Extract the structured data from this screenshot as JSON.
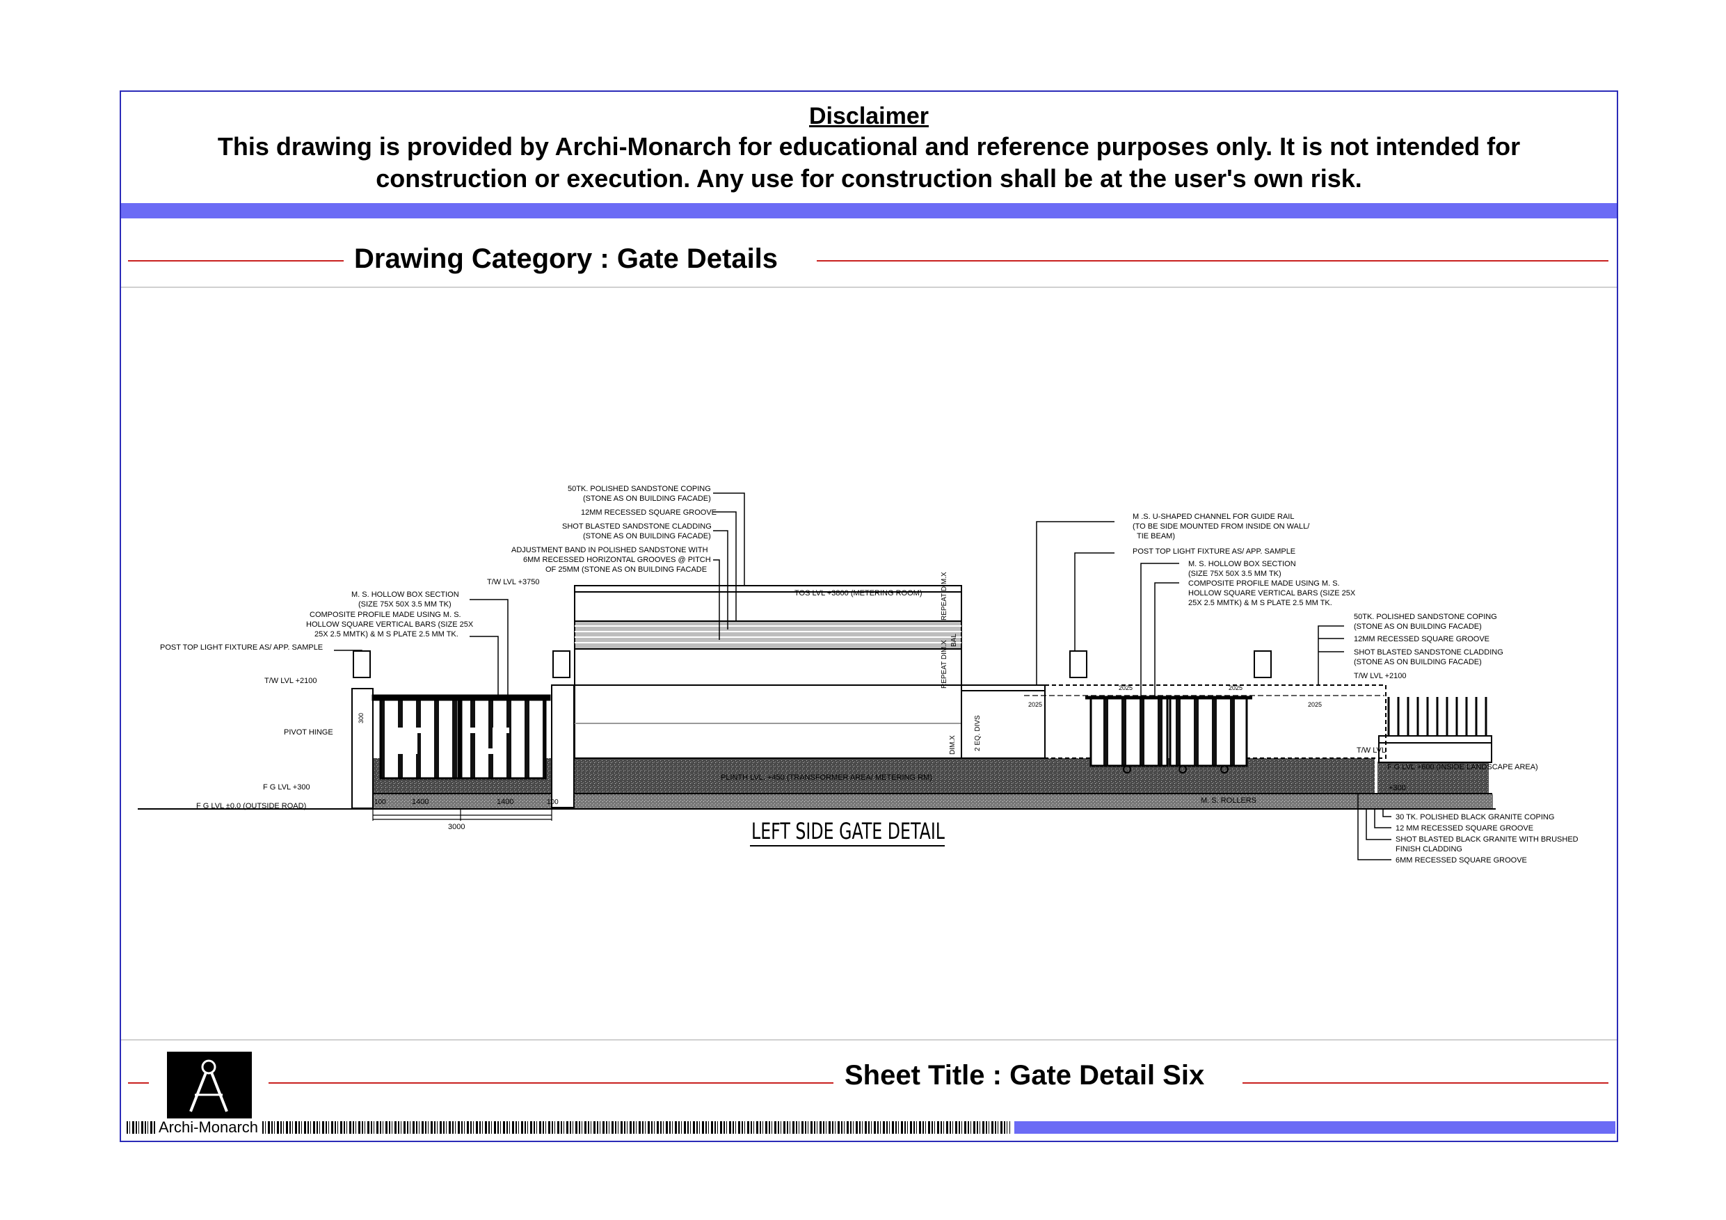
{
  "header": {
    "disclaimer_title": "Disclaimer",
    "disclaimer_text": "This drawing is provided by Archi-Monarch for educational and reference purposes only. It is not intended for construction or execution. Any use for construction shall be at the user's own risk."
  },
  "category": {
    "label": "Drawing Category : Gate Details"
  },
  "footer": {
    "sheet_title": "Sheet Title : Gate Detail Six",
    "brand": "Archi-Monarch"
  },
  "colors": {
    "frame": "#2b2bb8",
    "band": "#6b6bf5",
    "rule": "#c8201f"
  },
  "drawing": {
    "title": "LEFT SIDE GATE DETAIL",
    "left_labels": {
      "tw_lvl_2100": "T/W LVL +2100",
      "post_light": "POST TOP LIGHT FIXTURE AS/ APP. SAMPLE",
      "ms_box_1": "M. S. HOLLOW BOX SECTION",
      "ms_box_2": "(SIZE 75X 50X 3.5 MM TK)",
      "composite_1": "COMPOSITE PROFILE MADE USING M. S.",
      "composite_2": "HOLLOW SQUARE VERTICAL BARS (SIZE 25X",
      "composite_3": "25X 2.5 MMTK) & M S PLATE 2.5 MM TK.",
      "pivot": "PIVOT HINGE",
      "fg_300": "F G LVL +300",
      "fg_0": "F G LVL ±0.0 (OUTSIDE ROAD)",
      "dim_1400_a": "1400",
      "dim_1400_b": "1400",
      "dim_3000": "3000",
      "dim_100_a": "100",
      "dim_100_b": "100",
      "dim_300": "300"
    },
    "center_labels": {
      "coping_1": "50TK. POLISHED SANDSTONE COPING",
      "coping_2": "(STONE AS ON BUILDING FACADE)",
      "groove": "12MM RECESSED SQUARE GROOVE",
      "cladding_1": "SHOT BLASTED SANDSTONE CLADDING",
      "cladding_2": "(STONE AS ON BUILDING FACADE)",
      "band_1": "ADJUSTMENT BAND IN POLISHED SANDSTONE WITH",
      "band_2": "6MM RECESSED HORIZONTAL GROOVES @ PITCH",
      "band_3": "OF 25MM (STONE AS ON BUILDING FACADE",
      "tw_3750": "T/W LVL +3750",
      "tos": "TOS LVL +3800 (METERING ROOM)",
      "plinth": "PLINTH LVL. +450 (TRANSFORMER AREA/ METERING RM)",
      "repeat_dim": "REPEAT DIM.X",
      "repeat_dim2": "REPEAT DIM.X",
      "bal": "BAL",
      "dimx": "DIM.X",
      "eq_divs": "2 EQ. DIVS"
    },
    "right_labels": {
      "channel_1": "M .S. U-SHAPED CHANNEL FOR GUIDE RAIL",
      "channel_2": "(TO BE SIDE MOUNTED FROM INSIDE ON WALL/",
      "channel_3": "TIE BEAM)",
      "post_light": "POST TOP LIGHT FIXTURE AS/ APP. SAMPLE",
      "ms_box_1": "M. S. HOLLOW BOX SECTION",
      "ms_box_2": "(SIZE 75X 50X 3.5 MM TK)",
      "composite_1": "COMPOSITE PROFILE MADE USING M. S.",
      "composite_2": "HOLLOW SQUARE VERTICAL BARS (SIZE 25X",
      "composite_3": "25X 2.5 MMTK) & M S PLATE 2.5 MM TK.",
      "coping_1": "50TK. POLISHED SANDSTONE COPING",
      "coping_2": "(STONE AS ON BUILDING FACADE)",
      "groove": "12MM RECESSED SQUARE GROOVE",
      "cladding_1": "SHOT BLASTED SANDSTONE CLADDING",
      "cladding_2": "(STONE AS ON BUILDING FACADE)",
      "tw_2100": "T/W LVL +2100",
      "tw_lvl": "T/W LVL",
      "fg_600": "F G LVL +600 (INSIDE LANDSCAPE AREA)",
      "plus_300": "+300",
      "rollers": "M. S. ROLLERS",
      "granite_coping": "30 TK. POLISHED BLACK GRANITE COPING",
      "granite_groove": "12 MM RECESSED SQUARE GROOVE",
      "granite_clad_1": "SHOT BLASTED BLACK GRANITE WITH BRUSHED",
      "granite_clad_2": "FINISH CLADDING",
      "groove_6mm": "6MM RECESSED SQUARE GROOVE",
      "dim_2025_a": "2025",
      "dim_2025_b": "2025",
      "dim_2025_c": "2025",
      "dim_2025_d": "2025"
    }
  }
}
